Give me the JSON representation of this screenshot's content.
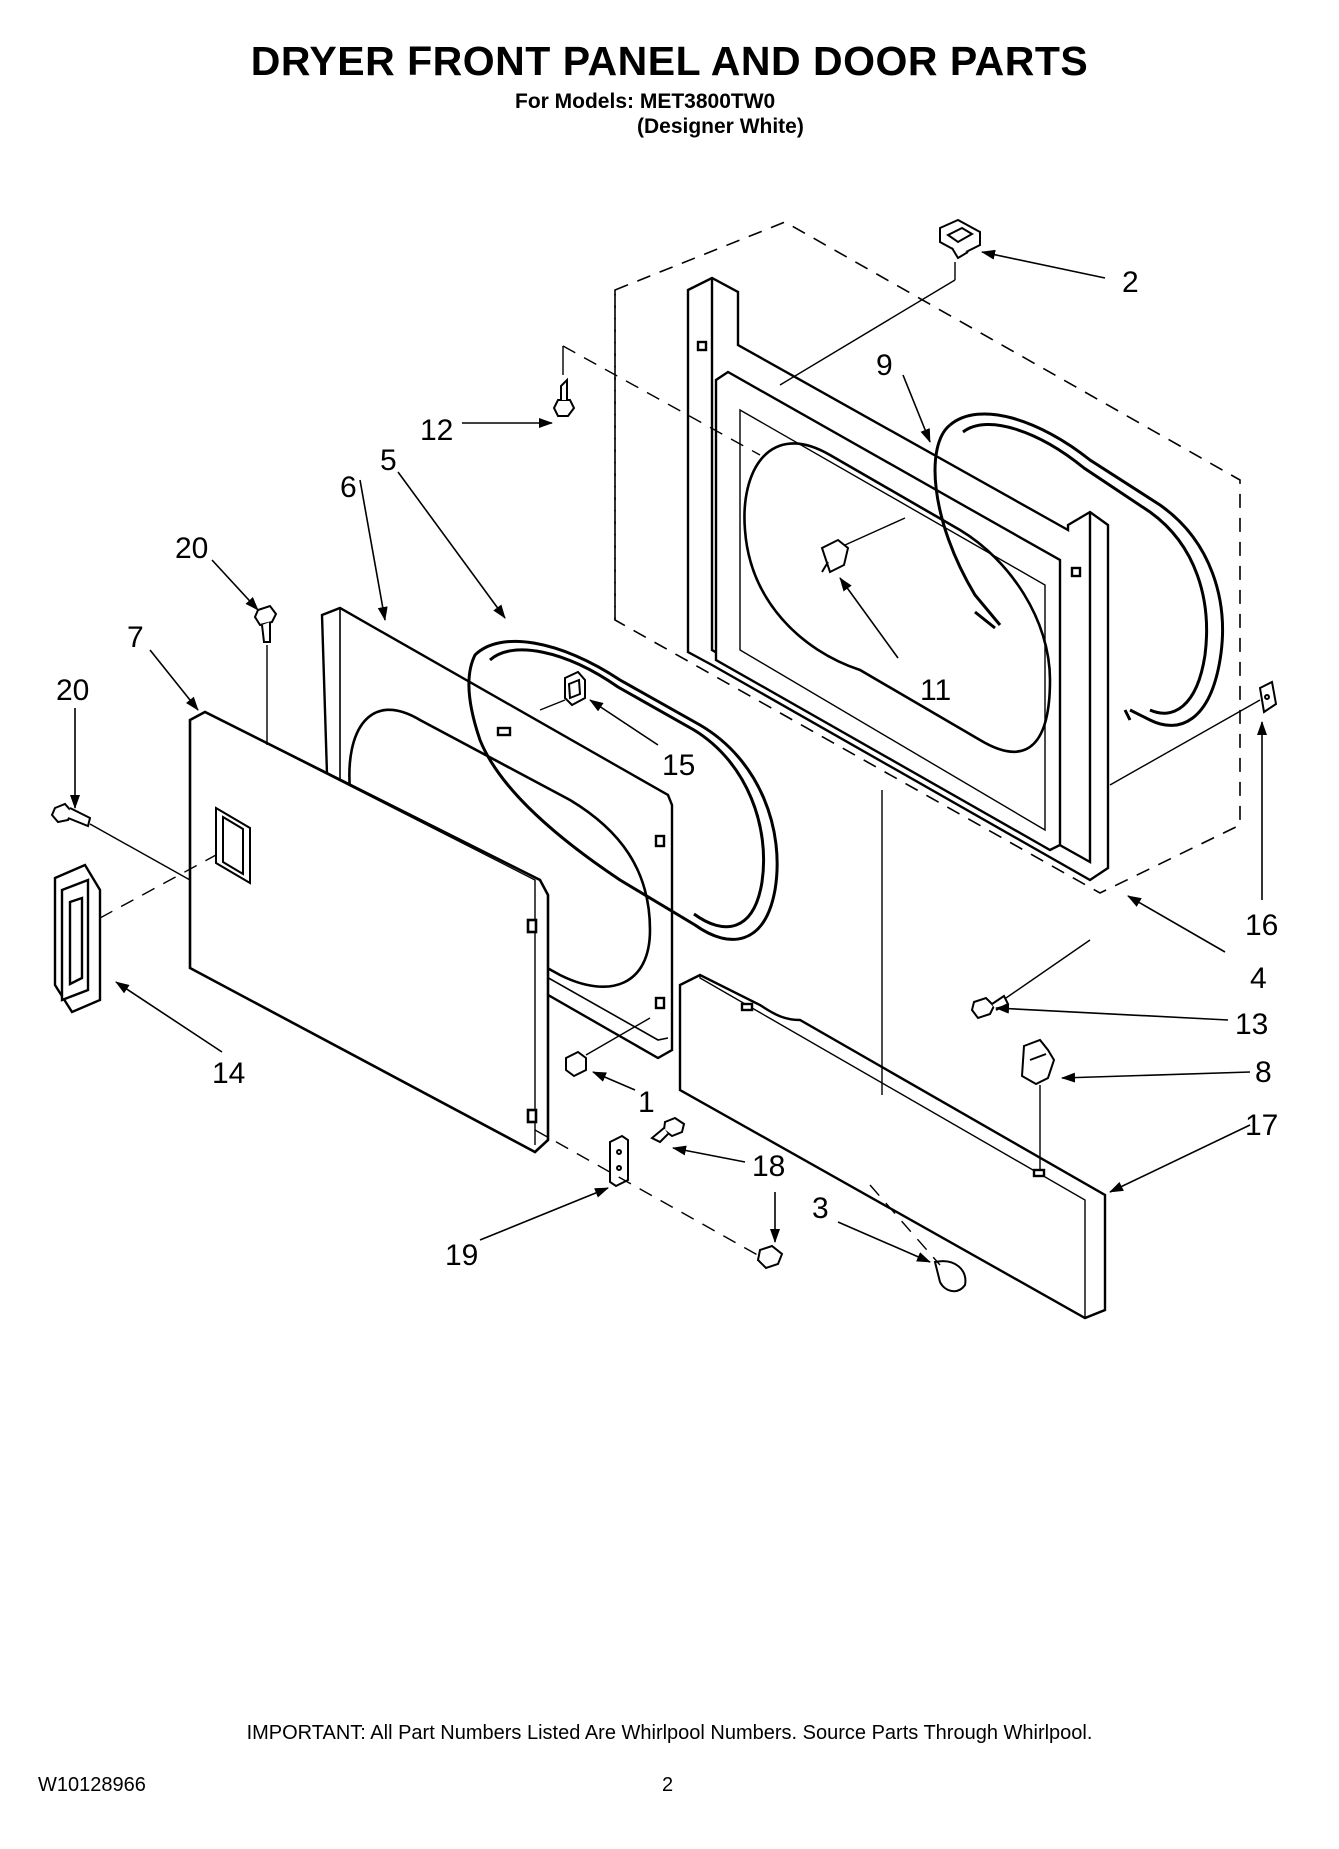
{
  "header": {
    "title": "DRYER FRONT PANEL AND DOOR PARTS",
    "models_line": "For Models: MET3800TW0",
    "color_line": "(Designer White)"
  },
  "callouts": [
    {
      "id": "c1",
      "label": "1"
    },
    {
      "id": "c2",
      "label": "2"
    },
    {
      "id": "c3",
      "label": "3"
    },
    {
      "id": "c4",
      "label": "4"
    },
    {
      "id": "c5",
      "label": "5"
    },
    {
      "id": "c6",
      "label": "6"
    },
    {
      "id": "c7",
      "label": "7"
    },
    {
      "id": "c8",
      "label": "8"
    },
    {
      "id": "c9",
      "label": "9"
    },
    {
      "id": "c11",
      "label": "11"
    },
    {
      "id": "c12",
      "label": "12"
    },
    {
      "id": "c13",
      "label": "13"
    },
    {
      "id": "c14",
      "label": "14"
    },
    {
      "id": "c15",
      "label": "15"
    },
    {
      "id": "c16",
      "label": "16"
    },
    {
      "id": "c17",
      "label": "17"
    },
    {
      "id": "c18",
      "label": "18"
    },
    {
      "id": "c19",
      "label": "19"
    },
    {
      "id": "c20a",
      "label": "20"
    },
    {
      "id": "c20b",
      "label": "20"
    }
  ],
  "footer": {
    "important": "IMPORTANT: All Part Numbers Listed Are Whirlpool Numbers. Source Parts Through Whirlpool.",
    "doc_number": "W10128966",
    "page_number": "2"
  }
}
